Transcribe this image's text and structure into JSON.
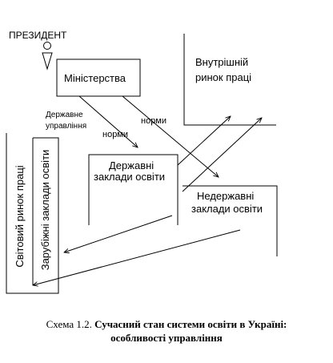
{
  "labels": {
    "president": "ПРЕЗИДЕНТ",
    "ministry": "Міністерства",
    "internal_market_line1": "Внутрішній",
    "internal_market_line2": "ринок праці",
    "state_management_line1": "Державне",
    "state_management_line2": "управління",
    "norms_left": "норми",
    "norms_right": "норми",
    "state_institutions_line1": "Державні",
    "state_institutions_line2": "заклади освіти",
    "private_institutions_line1": "Недержавні",
    "private_institutions_line2": "заклади освіти",
    "world_market": "Світовий ринок праці",
    "foreign_institutions": "Зарубіжні заклади освіти"
  },
  "caption": {
    "prefix": "Схема 1.2.",
    "title_line1": "Сучасний стан системи освіти в Україні:",
    "title_line2": "особливості управління"
  },
  "colors": {
    "ink": "#000000",
    "background": "#ffffff"
  }
}
